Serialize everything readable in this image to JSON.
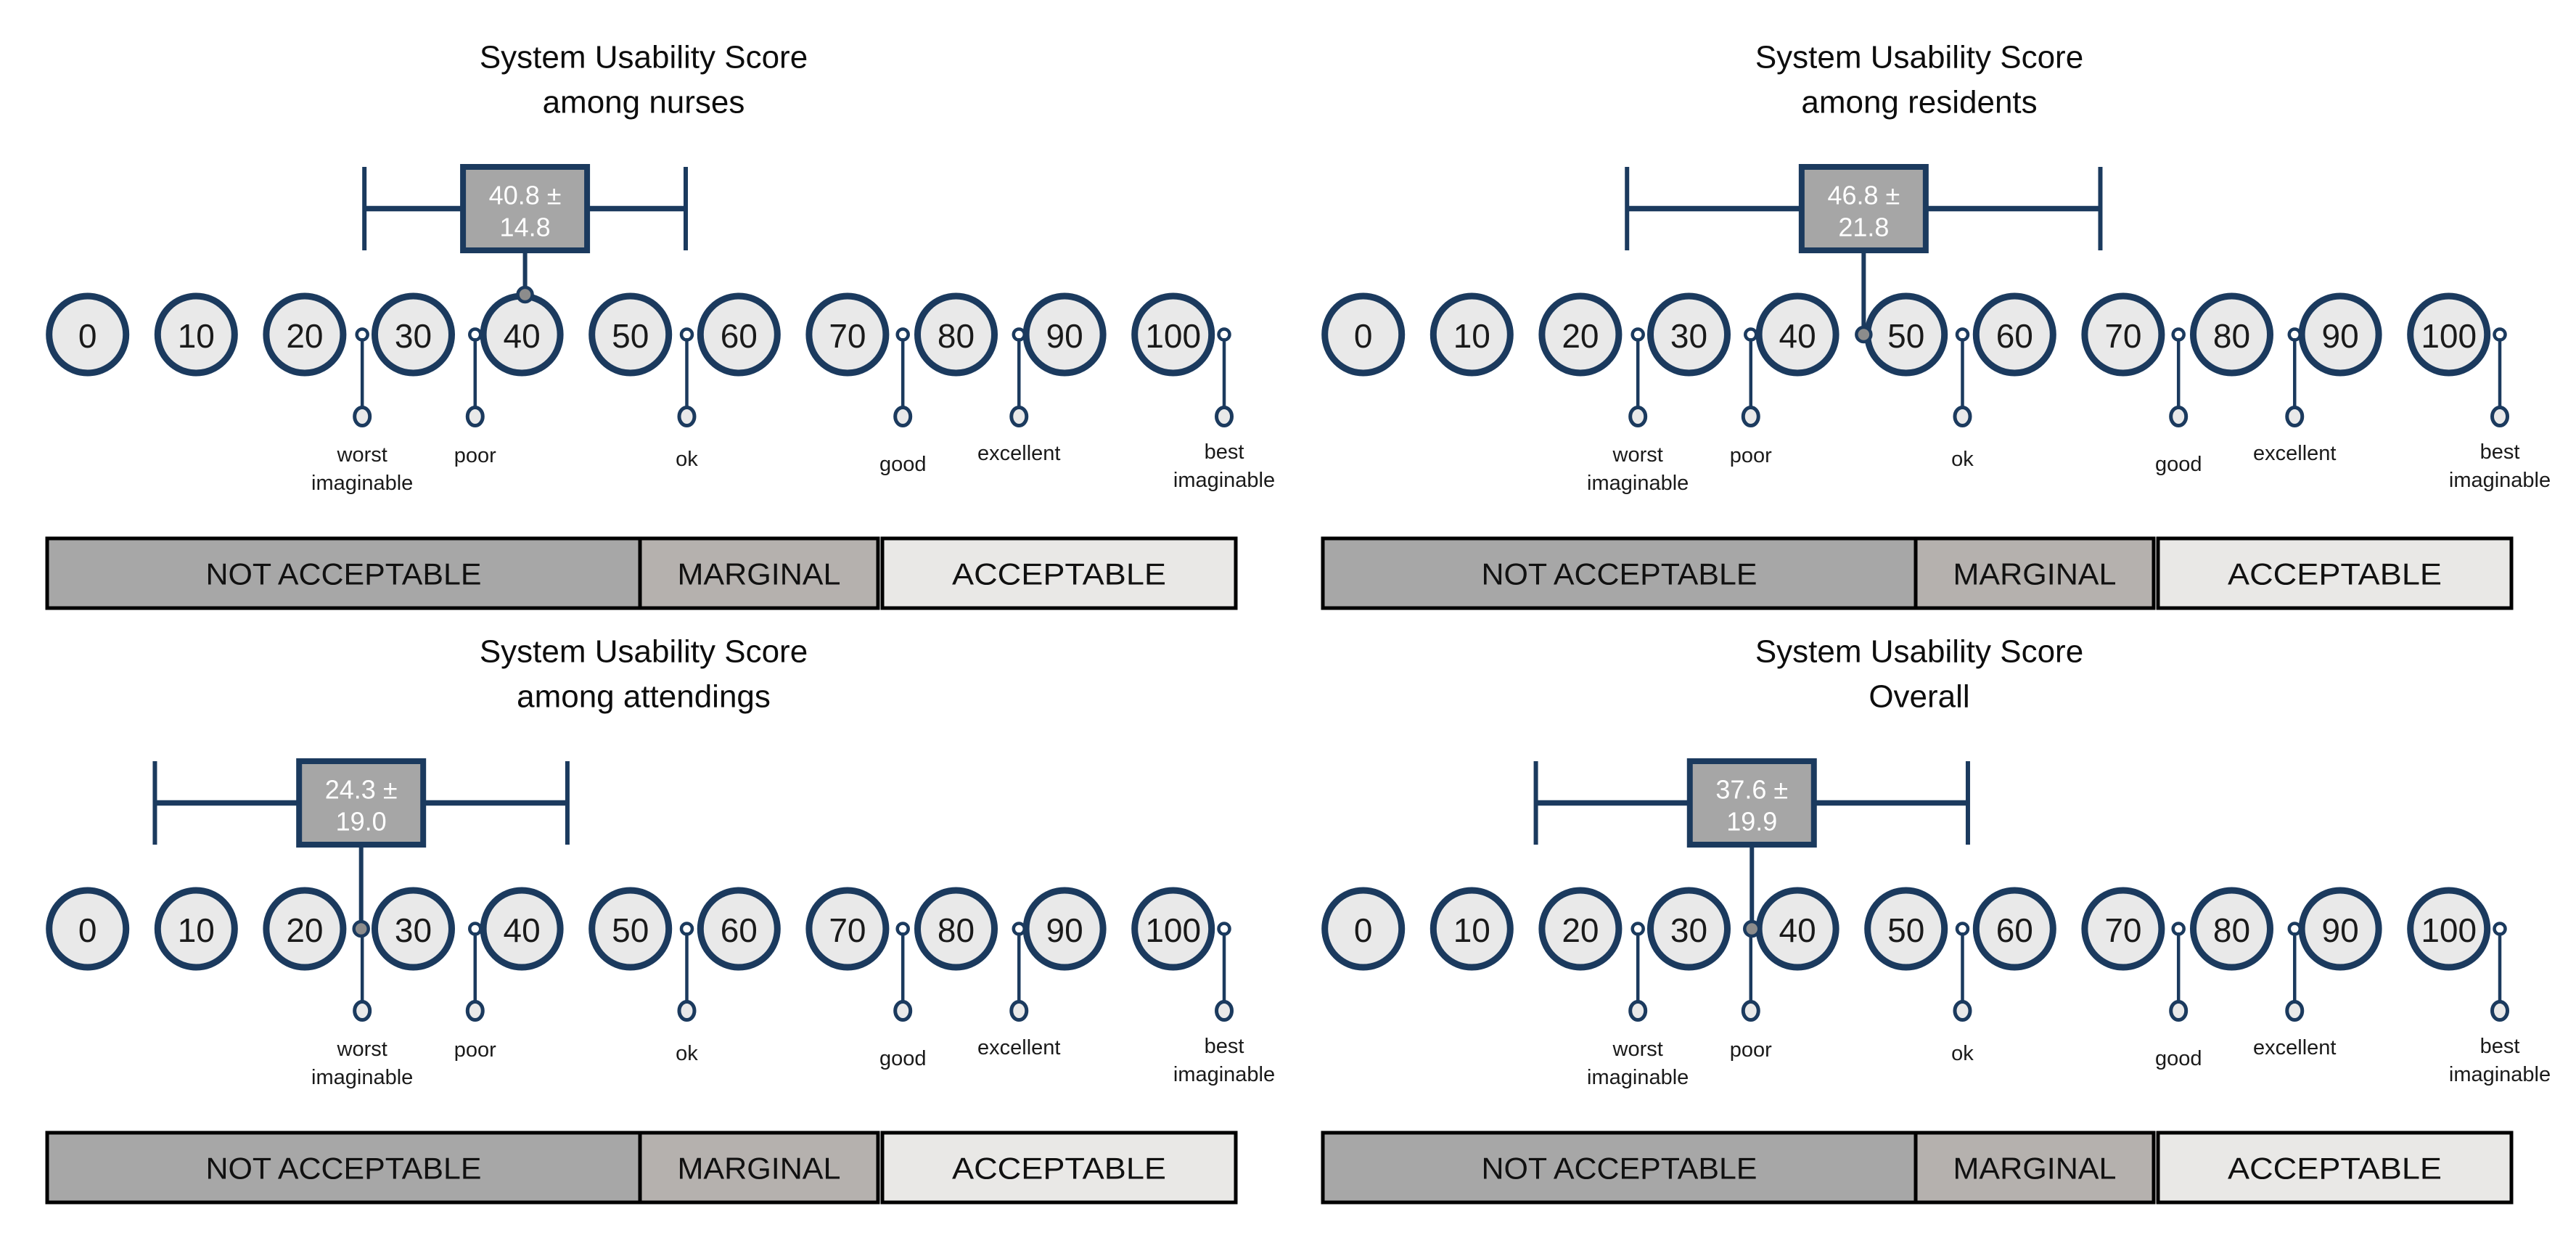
{
  "panels": [
    {
      "id": "nurses",
      "title_line1": "System Usability Score",
      "title_line2": "among nurses",
      "box_line1": "40.8 ±",
      "box_line2": "14.8",
      "mean": 40.8,
      "sd": 14.8
    },
    {
      "id": "residents",
      "title_line1": "System Usability Score",
      "title_line2": "among residents",
      "box_line1": "46.8 ±",
      "box_line2": "21.8",
      "mean": 46.8,
      "sd": 21.8
    },
    {
      "id": "attendings",
      "title_line1": "System Usability Score",
      "title_line2": "among attendings",
      "box_line1": "24.3 ±",
      "box_line2": "19.0",
      "mean": 24.3,
      "sd": 19.0
    },
    {
      "id": "overall",
      "title_line1": "System Usability Score",
      "title_line2": "Overall",
      "box_line1": "37.6 ±",
      "box_line2": "19.9",
      "mean": 37.6,
      "sd": 19.9
    }
  ],
  "scale": {
    "ticks": [
      "0",
      "10",
      "20",
      "30",
      "40",
      "50",
      "60",
      "70",
      "80",
      "90",
      "100"
    ],
    "adjectives": [
      {
        "lines": [
          "worst",
          "imaginable"
        ]
      },
      {
        "lines": [
          "poor"
        ]
      },
      {
        "lines": [
          "ok"
        ]
      },
      {
        "lines": [
          "good"
        ]
      },
      {
        "lines": [
          "excellent"
        ]
      },
      {
        "lines": [
          "best",
          "imaginable"
        ]
      }
    ]
  },
  "acceptability": {
    "segments": [
      {
        "label": "NOT ACCEPTABLE"
      },
      {
        "label": "MARGINAL"
      },
      {
        "label": "ACCEPTABLE"
      }
    ]
  },
  "colors": {
    "navy": "#1b3a5e",
    "circle_fill": "#e9e9e9",
    "number_text": "#1a1a1a",
    "label_text": "#1a1a1a",
    "title_text": "#0d0d0d",
    "box_fill": "#a6a6a6",
    "box_text": "#ffffff",
    "mean_marker_fill": "#8c8c8c",
    "anchor_fill": "#ffffff",
    "ellipse_fill": "#e9e9e9",
    "bar_not_acceptable": "#a7a7a7",
    "bar_marginal": "#b5b1ae",
    "bar_acceptable": "#e9e8e6",
    "bar_border": "#000000",
    "bar_text": "#111111"
  },
  "chart_data": {
    "type": "sus-adjective-scale",
    "scale": {
      "min": 0,
      "max": 100,
      "tick_step": 10
    },
    "panels": [
      {
        "group": "nurses",
        "title": "System Usability Score among nurses",
        "mean": 40.8,
        "sd": 14.8
      },
      {
        "group": "residents",
        "title": "System Usability Score among residents",
        "mean": 46.8,
        "sd": 21.8
      },
      {
        "group": "attendings",
        "title": "System Usability Score among attendings",
        "mean": 24.3,
        "sd": 19.0
      },
      {
        "group": "overall",
        "title": "System Usability Score Overall",
        "mean": 37.6,
        "sd": 19.9
      }
    ],
    "adjective_anchors": [
      {
        "label": "worst imaginable",
        "position": 25
      },
      {
        "label": "poor",
        "position": 36
      },
      {
        "label": "ok",
        "position": 55
      },
      {
        "label": "good",
        "position": 75
      },
      {
        "label": "excellent",
        "position": 86
      },
      {
        "label": "best imaginable",
        "position": 105
      }
    ],
    "acceptability_zones": [
      {
        "label": "NOT ACCEPTABLE",
        "from": 0,
        "to": 50
      },
      {
        "label": "MARGINAL",
        "from": 50,
        "to": 70
      },
      {
        "label": "ACCEPTABLE",
        "from": 70,
        "to": 100
      }
    ]
  }
}
